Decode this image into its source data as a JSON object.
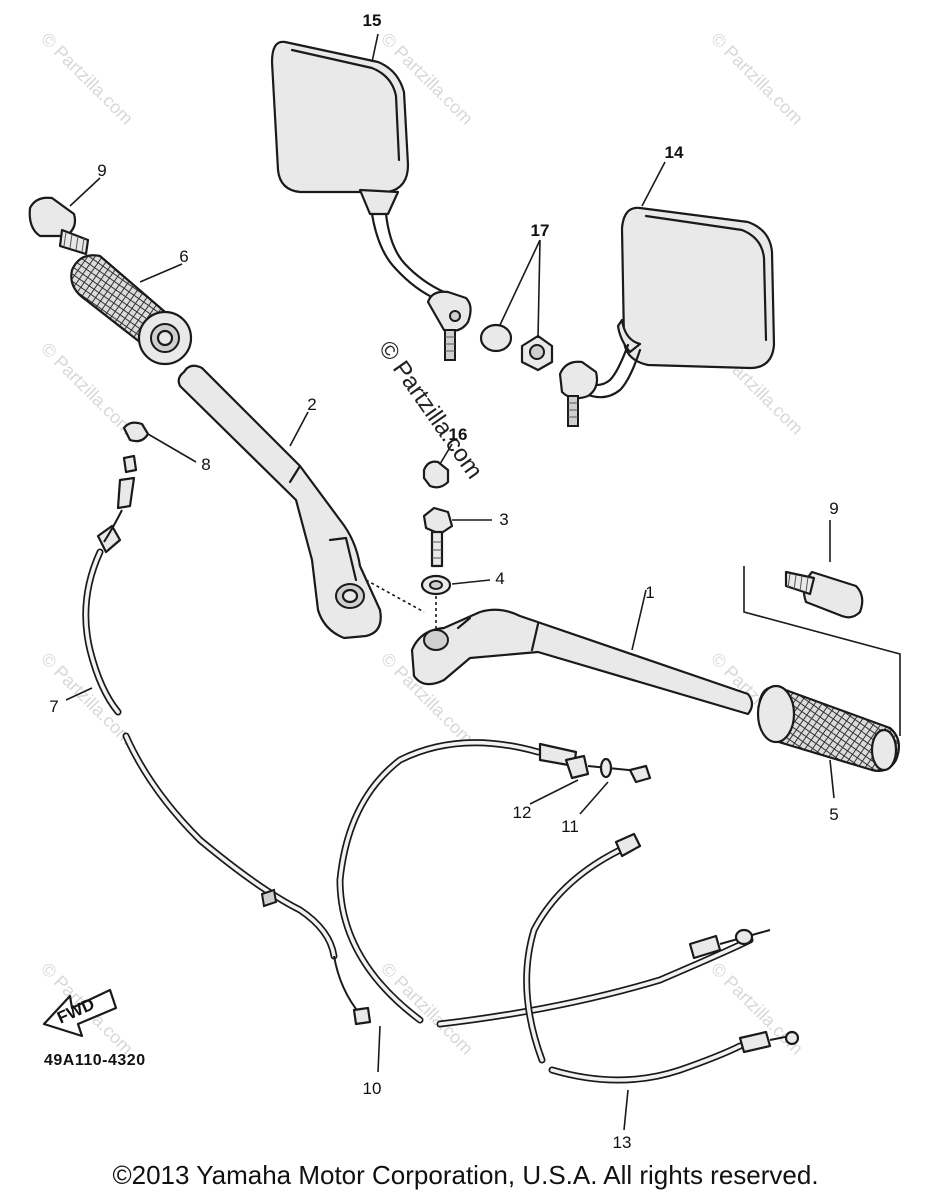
{
  "callouts": {
    "p1": "1",
    "p2": "2",
    "p3": "3",
    "p4": "4",
    "p5": "5",
    "p6": "6",
    "p7": "7",
    "p8": "8",
    "p9a": "9",
    "p9b": "9",
    "p10": "10",
    "p11": "11",
    "p12": "12",
    "p13": "13",
    "p14": "14",
    "p15": "15",
    "p16": "16",
    "p17": "17"
  },
  "fwd_arrow_label": "FWD",
  "diagram_code": "49A110-4320",
  "copyright": "©2013  Yamaha Motor Corporation, U.S.A. All rights reserved.",
  "watermark_text": "© Partzilla.com",
  "center_watermark": "© Partzilla.com"
}
